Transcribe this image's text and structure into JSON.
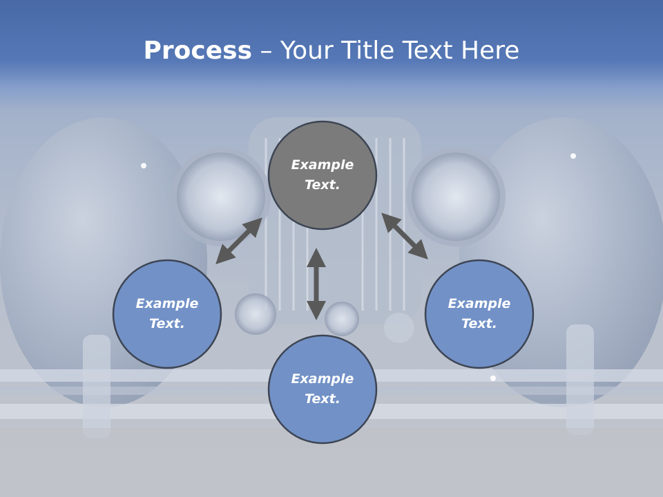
{
  "title": {
    "bold": "Process",
    "rest": " – Your Title Text Here"
  },
  "nodes": [
    {
      "line1": "Example",
      "line2": "Text.",
      "role": "center",
      "fill": "#7b7b7b"
    },
    {
      "line1": "Example",
      "line2": "Text.",
      "role": "left",
      "fill": "#7291c7"
    },
    {
      "line1": "Example",
      "line2": "Text.",
      "role": "bottom",
      "fill": "#7291c7"
    },
    {
      "line1": "Example",
      "line2": "Text.",
      "role": "right",
      "fill": "#7291c7"
    }
  ],
  "colors": {
    "accent": "#4a6aa8",
    "node_outline": "#3d4553",
    "arrow": "#595959",
    "center_fill": "#7b7b7b",
    "node_fill": "#7291c7"
  }
}
